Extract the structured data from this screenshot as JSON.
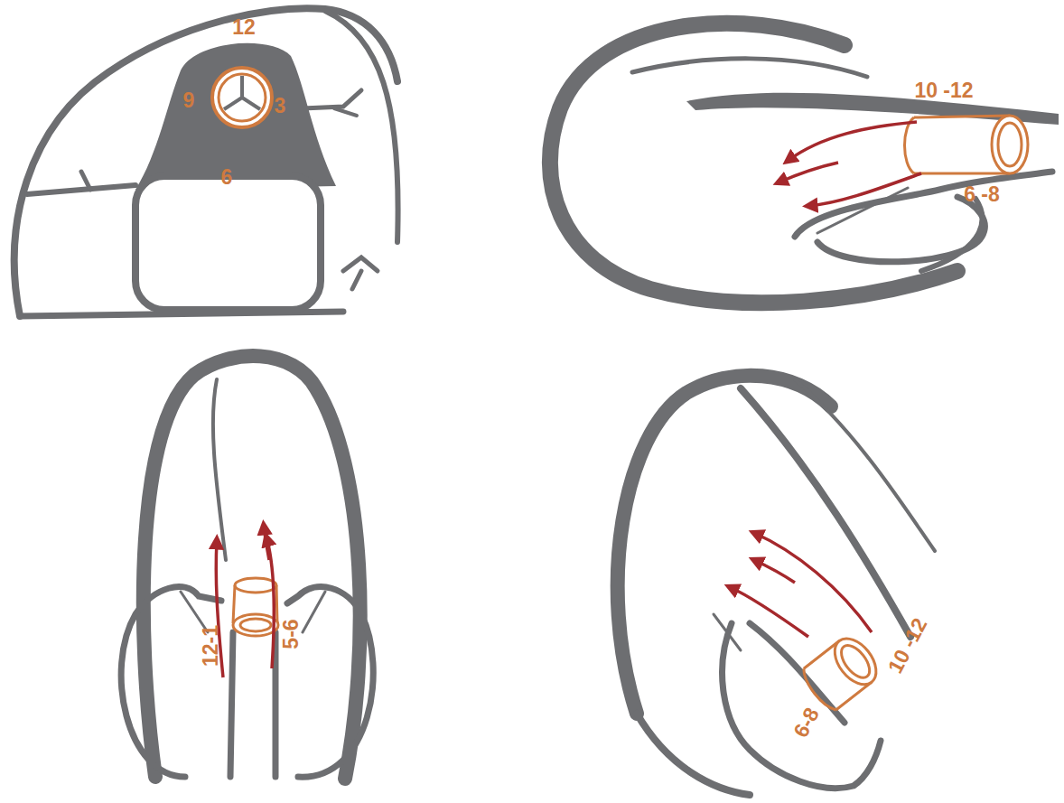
{
  "diagram": {
    "labels": [
      "12",
      "9",
      "3",
      "6",
      "10 -12",
      "6 -8",
      "12-1",
      "5-6",
      "10 -12",
      "6-8"
    ]
  }
}
